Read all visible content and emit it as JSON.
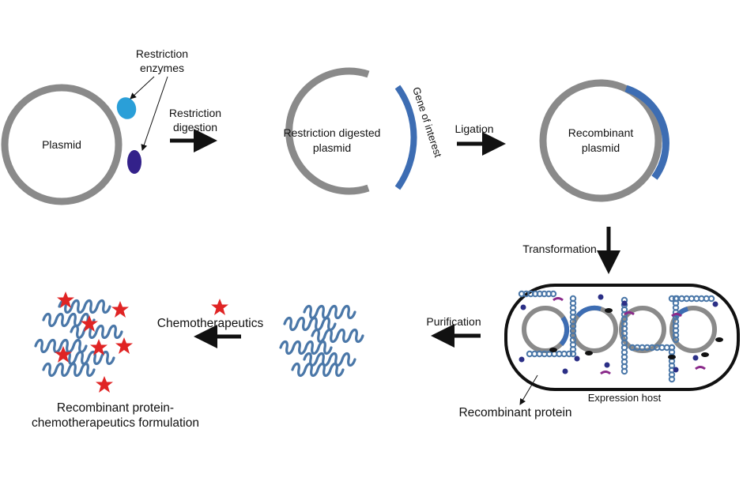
{
  "diagram": {
    "title": "Recombinant protein production and formulation workflow",
    "colors": {
      "plasmid_backbone": "#8a8a8a",
      "gene_of_interest": "#3d6db3",
      "enzyme_light": "#2a9fd8",
      "enzyme_dark": "#33218a",
      "protein_coil": "#4a77a8",
      "drug_star": "#e02424",
      "arrow": "#111111",
      "host_outline": "#111111",
      "host_dot_purple": "#8a2a8a",
      "host_dot_navy": "#2b2f86"
    },
    "steps": {
      "plasmid": {
        "label": "Plasmid"
      },
      "enzymes": {
        "label_line1": "Restriction",
        "label_line2": "enzymes"
      },
      "digestion_arrow": {
        "label_line1": "Restriction",
        "label_line2": "digestion"
      },
      "digested": {
        "label_line1": "Restriction digested",
        "label_line2": "plasmid"
      },
      "gene": {
        "label": "Gene of interest"
      },
      "ligation_arrow": {
        "label": "Ligation"
      },
      "recombinant": {
        "label_line1": "Recombinant",
        "label_line2": "plasmid"
      },
      "transformation_arrow": {
        "label": "Transformation"
      },
      "host": {
        "label": "Expression host",
        "protein_label": "Recombinant protein"
      },
      "purification_arrow": {
        "label": "Purification"
      },
      "drug": {
        "label": "Chemotherapeutics"
      },
      "formulation": {
        "label_line1": "Recombinant protein-",
        "label_line2": "chemotherapeutics formulation"
      }
    }
  }
}
